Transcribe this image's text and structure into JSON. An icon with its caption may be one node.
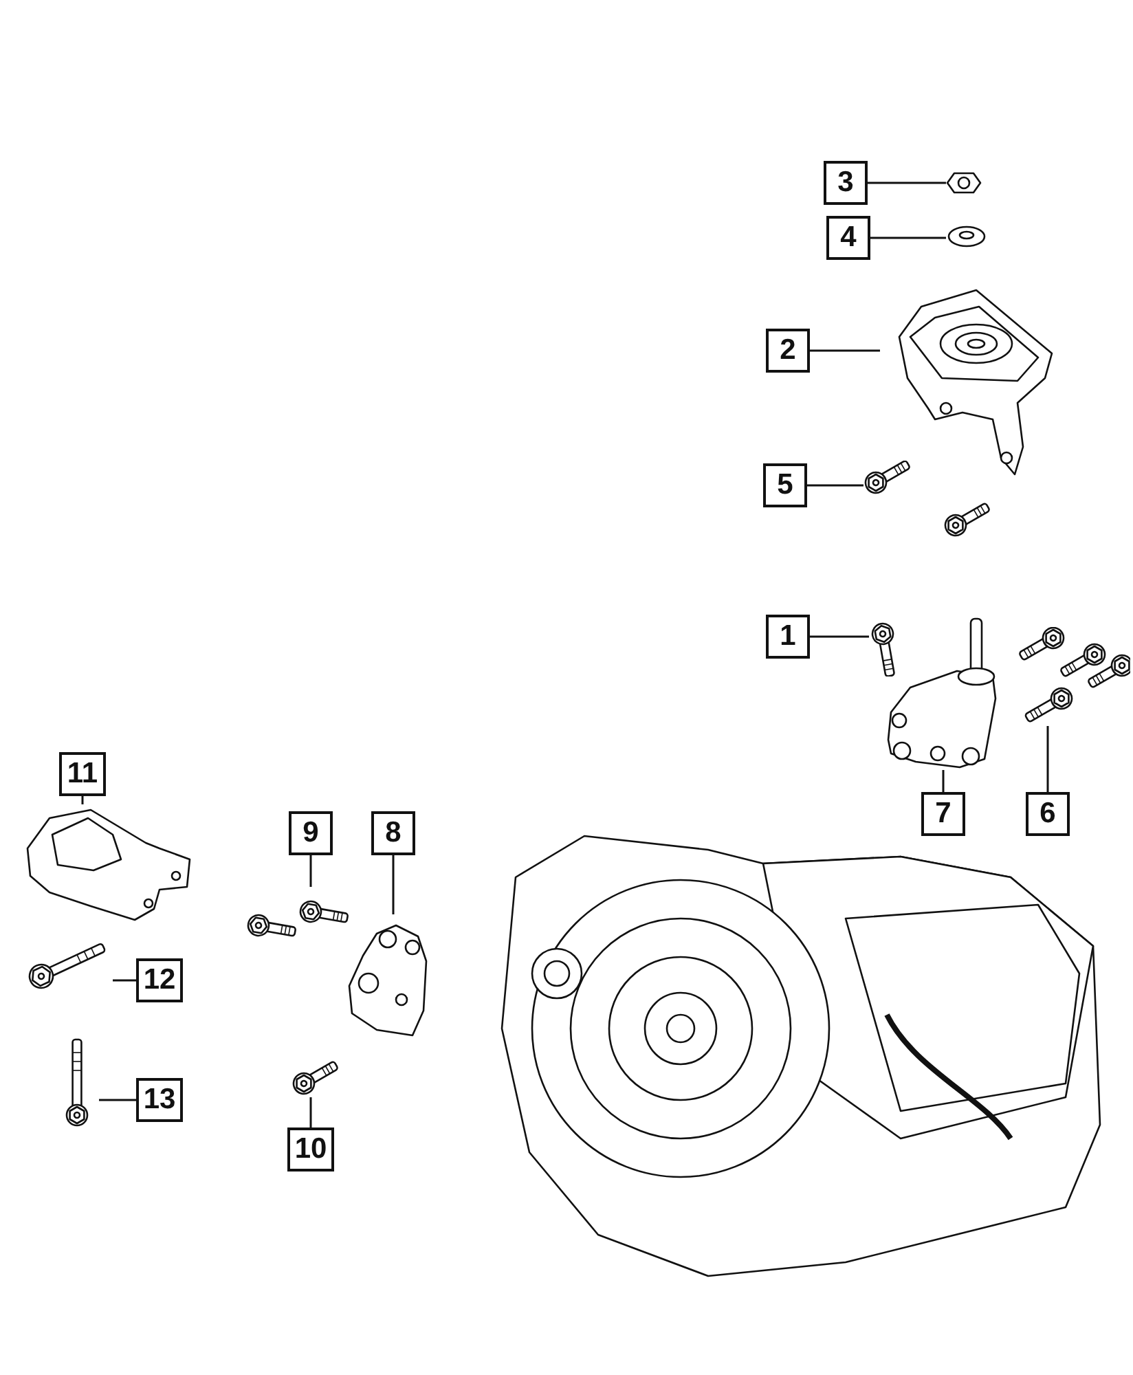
{
  "diagram": {
    "nodes": [
      {
        "text": [
          "3"
        ]
      },
      {
        "text": [
          "4"
        ]
      },
      {
        "text": [
          "2"
        ]
      },
      {
        "text": [
          "5"
        ]
      },
      {
        "text": [
          "1"
        ]
      },
      {
        "text": [
          "11"
        ]
      },
      {
        "text": [
          "7"
        ]
      },
      {
        "text": [
          "6"
        ]
      },
      {
        "text": [
          "9"
        ]
      },
      {
        "text": [
          "8"
        ]
      },
      {
        "text": [
          "12"
        ]
      },
      {
        "text": [
          "13"
        ]
      },
      {
        "text": [
          "10"
        ]
      },
      {
        "text": [],
        "shape": "picture"
      },
      {
        "text": [],
        "shape": "picture"
      },
      {
        "text": [],
        "shape": "picture"
      },
      {
        "text": [],
        "shape": "picture"
      },
      {
        "text": [],
        "shape": "picture"
      },
      {
        "text": [],
        "shape": "picture"
      },
      {
        "text": [],
        "shape": "picture"
      },
      {
        "text": [],
        "shape": "picture"
      },
      {
        "text": [],
        "shape": "picture"
      },
      {
        "text": [],
        "shape": "picture"
      },
      {
        "text": [],
        "shape": "picture"
      },
      {
        "text": [],
        "shape": "picture"
      },
      {
        "text": [],
        "shape": "picture"
      }
    ],
    "edges": [
      {
        "from": 0,
        "to": 13,
        "arrow": "none"
      },
      {
        "from": 1,
        "to": 14,
        "arrow": "none"
      },
      {
        "from": 2,
        "to": 15,
        "arrow": "none"
      },
      {
        "from": 3,
        "to": 16,
        "arrow": "none"
      },
      {
        "from": 4,
        "to": 17,
        "arrow": "none"
      },
      {
        "from": 5,
        "to": 20,
        "arrow": "none"
      },
      {
        "from": 6,
        "to": 18,
        "arrow": "none"
      },
      {
        "from": 7,
        "to": 19,
        "arrow": "none"
      },
      {
        "from": 8,
        "to": 21,
        "arrow": "none"
      },
      {
        "from": 9,
        "to": 22,
        "arrow": "none"
      },
      {
        "from": 10,
        "to": 23,
        "arrow": "none"
      },
      {
        "from": 11,
        "to": 24,
        "arrow": "none"
      },
      {
        "from": 12,
        "to": 25,
        "arrow": "none"
      }
    ]
  }
}
